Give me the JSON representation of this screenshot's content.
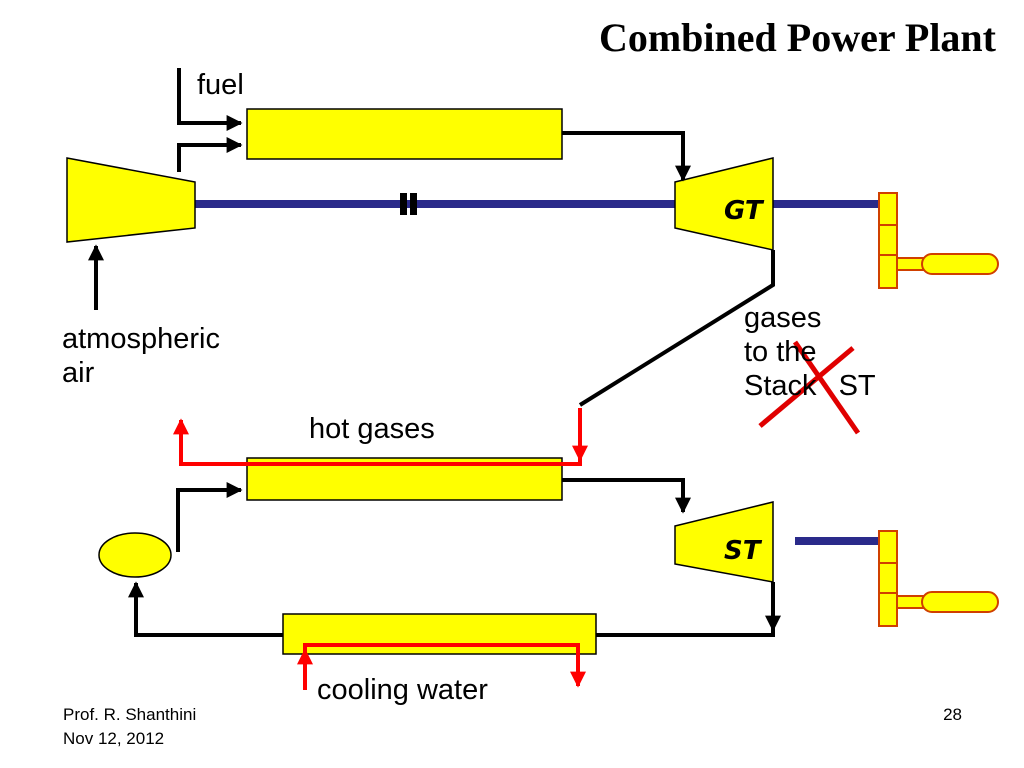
{
  "title": "Combined Power Plant",
  "labels": {
    "fuel": "fuel",
    "air_line1": "atmospheric",
    "air_line2": "air",
    "gt": "GT",
    "st": "ST",
    "hot_gases": "hot gases",
    "stack_line1": "gases",
    "stack_line2": "to the",
    "stack_line3": "Stack",
    "stack_st": "ST",
    "cooling_water": "cooling water"
  },
  "footer": {
    "author": "Prof. R. Shanthini",
    "date": "Nov 12, 2012",
    "page_number": "28"
  },
  "colors": {
    "component_fill": "#ffff00",
    "shaft": "#2a2a8a",
    "hot_stream": "#ff0000",
    "generator_fill": "#ffff00",
    "generator_border": "#d04000",
    "cross_mark": "#e00000"
  }
}
